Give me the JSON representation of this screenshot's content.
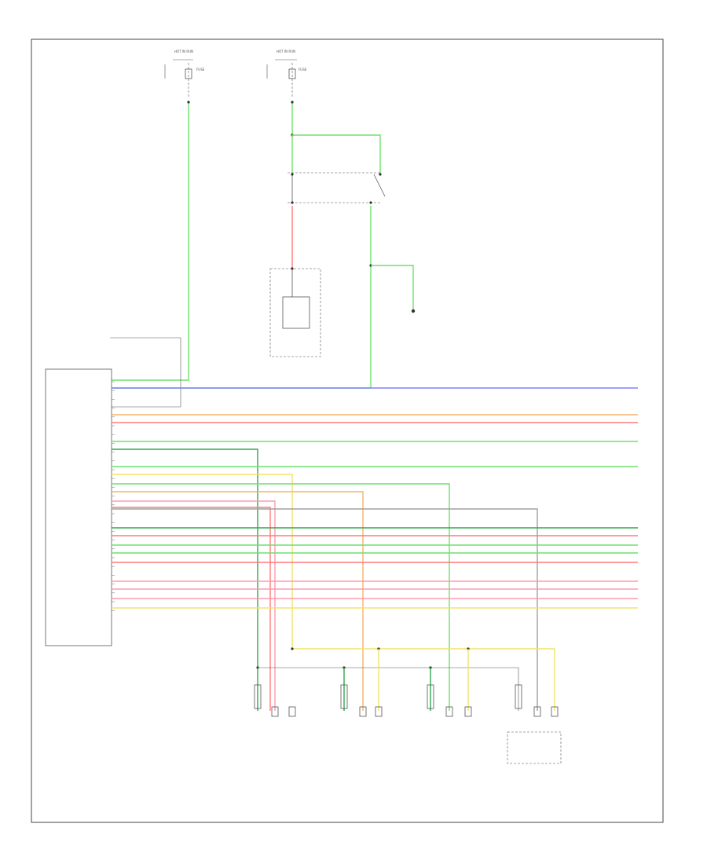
{
  "colors": {
    "green": "#6ee06e",
    "dark_green": "#2fa84f",
    "blue": "#8080ff",
    "red": "#ff7a7a",
    "pink": "#ff9ab0",
    "yellow": "#f2e46a",
    "orange": "#f2b36a",
    "gray": "#a0a0a0"
  },
  "diagram": {
    "page_id": "",
    "fuse_blocks": [
      {
        "header": "HOT IN RUN",
        "sub": "",
        "fuse": "FUSE",
        "rating": "",
        "location_lines": [
          "",
          "",
          ""
        ],
        "wire": ""
      },
      {
        "header": "HOT IN RUN",
        "sub": "",
        "fuse": "FUSE",
        "rating": "",
        "location_lines": [
          "",
          "",
          "",
          "",
          ""
        ],
        "wire": ""
      }
    ],
    "switch_label_lines": [
      "",
      "",
      ""
    ],
    "module_label_lines": [
      "",
      ""
    ],
    "splice_label_lines": [
      "",
      "",
      ""
    ],
    "pcm_header_lines": [
      "",
      "",
      ""
    ],
    "control_unit_label_lines": [
      "",
      "",
      "",
      ""
    ],
    "sensor_labels": [
      [
        "",
        "",
        "",
        "",
        ""
      ],
      [
        "",
        "",
        "",
        "",
        ""
      ],
      [
        "",
        "",
        "",
        "",
        ""
      ],
      [
        "",
        "",
        "",
        "",
        ""
      ]
    ],
    "pins": [
      {
        "label": "",
        "wire": ""
      },
      {
        "label": "",
        "wire": ""
      },
      {
        "label": "",
        "wire": ""
      },
      {
        "label": "",
        "wire": ""
      },
      {
        "label": "",
        "wire": ""
      },
      {
        "label": "",
        "wire": ""
      },
      {
        "label": "",
        "wire": ""
      },
      {
        "label": "",
        "wire": ""
      },
      {
        "label": "",
        "wire": ""
      },
      {
        "label": "",
        "wire": ""
      },
      {
        "label": "",
        "wire": ""
      },
      {
        "label": "",
        "wire": ""
      },
      {
        "label": "",
        "wire": ""
      },
      {
        "label": "",
        "wire": ""
      },
      {
        "label": "",
        "wire": ""
      },
      {
        "label": "",
        "wire": ""
      },
      {
        "label": "",
        "wire": ""
      },
      {
        "label": "",
        "wire": ""
      },
      {
        "label": "",
        "wire": ""
      },
      {
        "label": "",
        "wire": ""
      },
      {
        "label": "",
        "wire": ""
      },
      {
        "label": "",
        "wire": ""
      },
      {
        "label": "",
        "wire": ""
      },
      {
        "label": "",
        "wire": ""
      },
      {
        "label": "",
        "wire": ""
      },
      {
        "label": "",
        "wire": ""
      },
      {
        "label": "",
        "wire": ""
      }
    ]
  }
}
